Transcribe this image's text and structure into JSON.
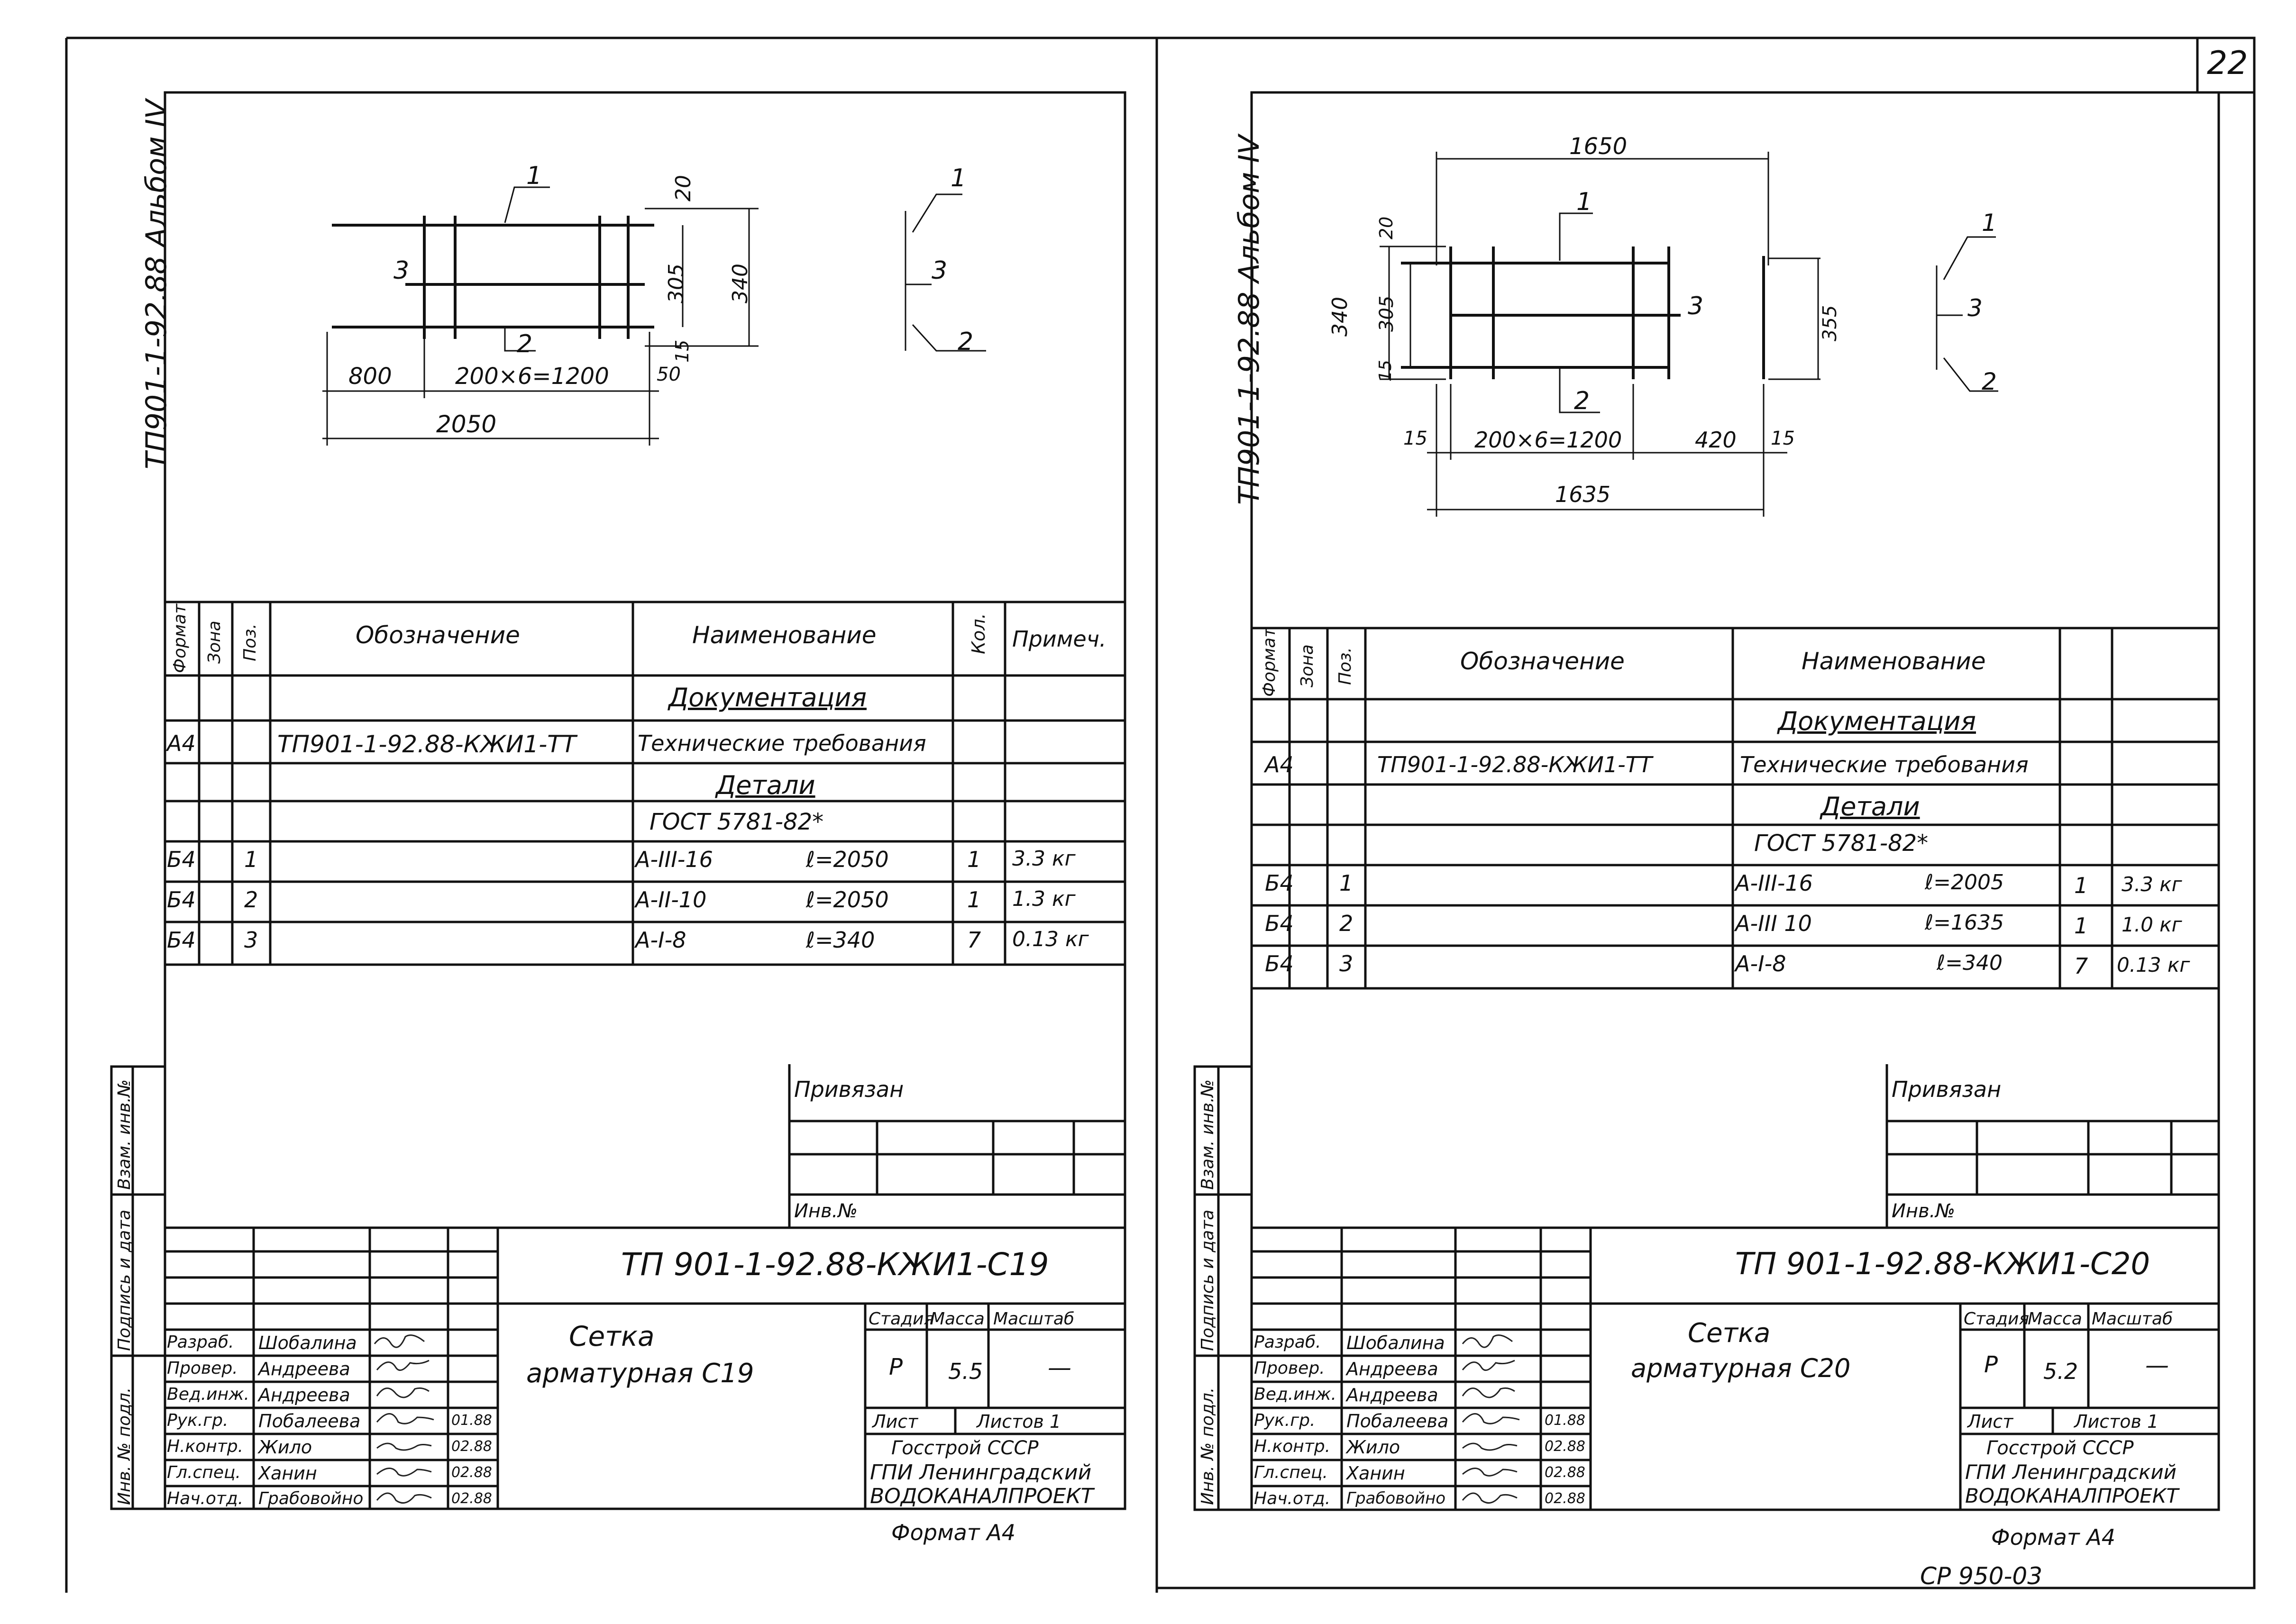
{
  "page_number": "22",
  "footer_code": "СР 950-03",
  "sheets": [
    {
      "album_label": "ТП901-1-92.88 Альбом IV",
      "drawing": {
        "dims": {
          "overall": "2050",
          "left": "800",
          "span": "200×6=1200",
          "tail": "50",
          "height": "340",
          "inner": "305",
          "top": "20",
          "bottom": "15"
        },
        "pos_labels": [
          "1",
          "2",
          "3"
        ]
      },
      "spec": {
        "headers": {
          "format": "Формат",
          "zone": "Зона",
          "pos": "Поз.",
          "designation": "Обозначение",
          "name": "Наименование",
          "qty": "Кол.",
          "note": "Примеч."
        },
        "section_docs": "Документация",
        "doc_row": {
          "format": "А4",
          "designation": "ТП901-1-92.88-КЖИ1-ТТ",
          "name": "Технические требования"
        },
        "section_parts": "Детали",
        "gost": "ГОСТ  5781-82*",
        "rows": [
          {
            "format": "Б4",
            "pos": "1",
            "name": "А-III-16",
            "length": "ℓ=2050",
            "qty": "1",
            "note": "3.3 кг"
          },
          {
            "format": "Б4",
            "pos": "2",
            "name": "А-II-10",
            "length": "ℓ=2050",
            "qty": "1",
            "note": "1.3 кг"
          },
          {
            "format": "Б4",
            "pos": "3",
            "name": "А-I-8",
            "length": "ℓ=340",
            "qty": "7",
            "note": "0.13 кг"
          }
        ]
      },
      "binding": {
        "title": "Привязан",
        "inv": "Инв.№"
      },
      "left_strip": [
        "Взам. инв.№",
        "Подпись и дата",
        "Инв. № подл."
      ],
      "title_block": {
        "code": "ТП 901-1-92.88-КЖИ1-С19",
        "name_line1": "Сетка",
        "name_line2": "арматурная С19",
        "stage_label": "Стадия",
        "mass_label": "Масса",
        "scale_label": "Масштаб",
        "stage": "Р",
        "mass": "5.5",
        "scale": "—",
        "sheet_label": "Лист",
        "sheets_label": "Листов 1",
        "org_line1": "Госстрой СССР",
        "org_line2": "ГПИ Ленинградский",
        "org_line3": "ВОДОКАНАЛПРОЕКТ",
        "roles": [
          {
            "role": "Разраб.",
            "name": "Шобалина",
            "date": ""
          },
          {
            "role": "Провер.",
            "name": "Андреева",
            "date": ""
          },
          {
            "role": "Вед.инж.",
            "name": "Андреева",
            "date": ""
          },
          {
            "role": "Рук.гр.",
            "name": "Побалеева",
            "date": "01.88"
          },
          {
            "role": "Н.контр.",
            "name": "Жило",
            "date": "02.88"
          },
          {
            "role": "Гл.спец.",
            "name": "Ханин",
            "date": "02.88"
          },
          {
            "role": "Нач.отд.",
            "name": "Грабовойно",
            "date": "02.88"
          }
        ]
      },
      "format_label": "Формат А4"
    },
    {
      "album_label": "ТП901-1-92.88 Альбом IV",
      "drawing": {
        "dims": {
          "overall_top": "1650",
          "span": "200×6=1200",
          "right": "420",
          "edge_l": "15",
          "edge_r": "15",
          "overall": "1635",
          "height": "340",
          "inner": "305",
          "top": "20",
          "bottom": "15",
          "right_h": "355"
        },
        "pos_labels": [
          "1",
          "2",
          "3"
        ]
      },
      "spec": {
        "headers": {
          "format": "Формат",
          "zone": "Зона",
          "pos": "Поз.",
          "designation": "Обозначение",
          "name": "Наименование"
        },
        "section_docs": "Документация",
        "doc_row": {
          "format": "А4",
          "designation": "ТП901-1-92.88-КЖИ1-ТТ",
          "name": "Технические требования"
        },
        "section_parts": "Детали",
        "gost": "ГОСТ  5781-82*",
        "rows": [
          {
            "format": "Б4",
            "pos": "1",
            "name": "А-III-16",
            "length": "ℓ=2005",
            "qty": "1",
            "note": "3.3 кг"
          },
          {
            "format": "Б4",
            "pos": "2",
            "name": "А-III 10",
            "length": "ℓ=1635",
            "qty": "1",
            "note": "1.0 кг"
          },
          {
            "format": "Б4",
            "pos": "3",
            "name": "А-I-8",
            "length": "ℓ=340",
            "qty": "7",
            "note": "0.13 кг"
          }
        ]
      },
      "binding": {
        "title": "Привязан",
        "inv": "Инв.№"
      },
      "left_strip": [
        "Взам. инв.№",
        "Подпись и дата",
        "Инв. № подл."
      ],
      "title_block": {
        "code": "ТП 901-1-92.88-КЖИ1-С20",
        "name_line1": "Сетка",
        "name_line2": "арматурная С20",
        "stage_label": "Стадия",
        "mass_label": "Масса",
        "scale_label": "Масштаб",
        "stage": "Р",
        "mass": "5.2",
        "scale": "—",
        "sheet_label": "Лист",
        "sheets_label": "Листов 1",
        "org_line1": "Госстрой СССР",
        "org_line2": "ГПИ Ленинградский",
        "org_line3": "ВОДОКАНАЛПРОЕКТ",
        "roles": [
          {
            "role": "Разраб.",
            "name": "Шобалина",
            "date": ""
          },
          {
            "role": "Провер.",
            "name": "Андреева",
            "date": ""
          },
          {
            "role": "Вед.инж.",
            "name": "Андреева",
            "date": ""
          },
          {
            "role": "Рук.гр.",
            "name": "Побалеева",
            "date": "01.88"
          },
          {
            "role": "Н.контр.",
            "name": "Жило",
            "date": "02.88"
          },
          {
            "role": "Гл.спец.",
            "name": "Ханин",
            "date": "02.88"
          },
          {
            "role": "Нач.отд.",
            "name": "Грабовойно",
            "date": "02.88"
          }
        ]
      },
      "format_label": "Формат А4"
    }
  ]
}
